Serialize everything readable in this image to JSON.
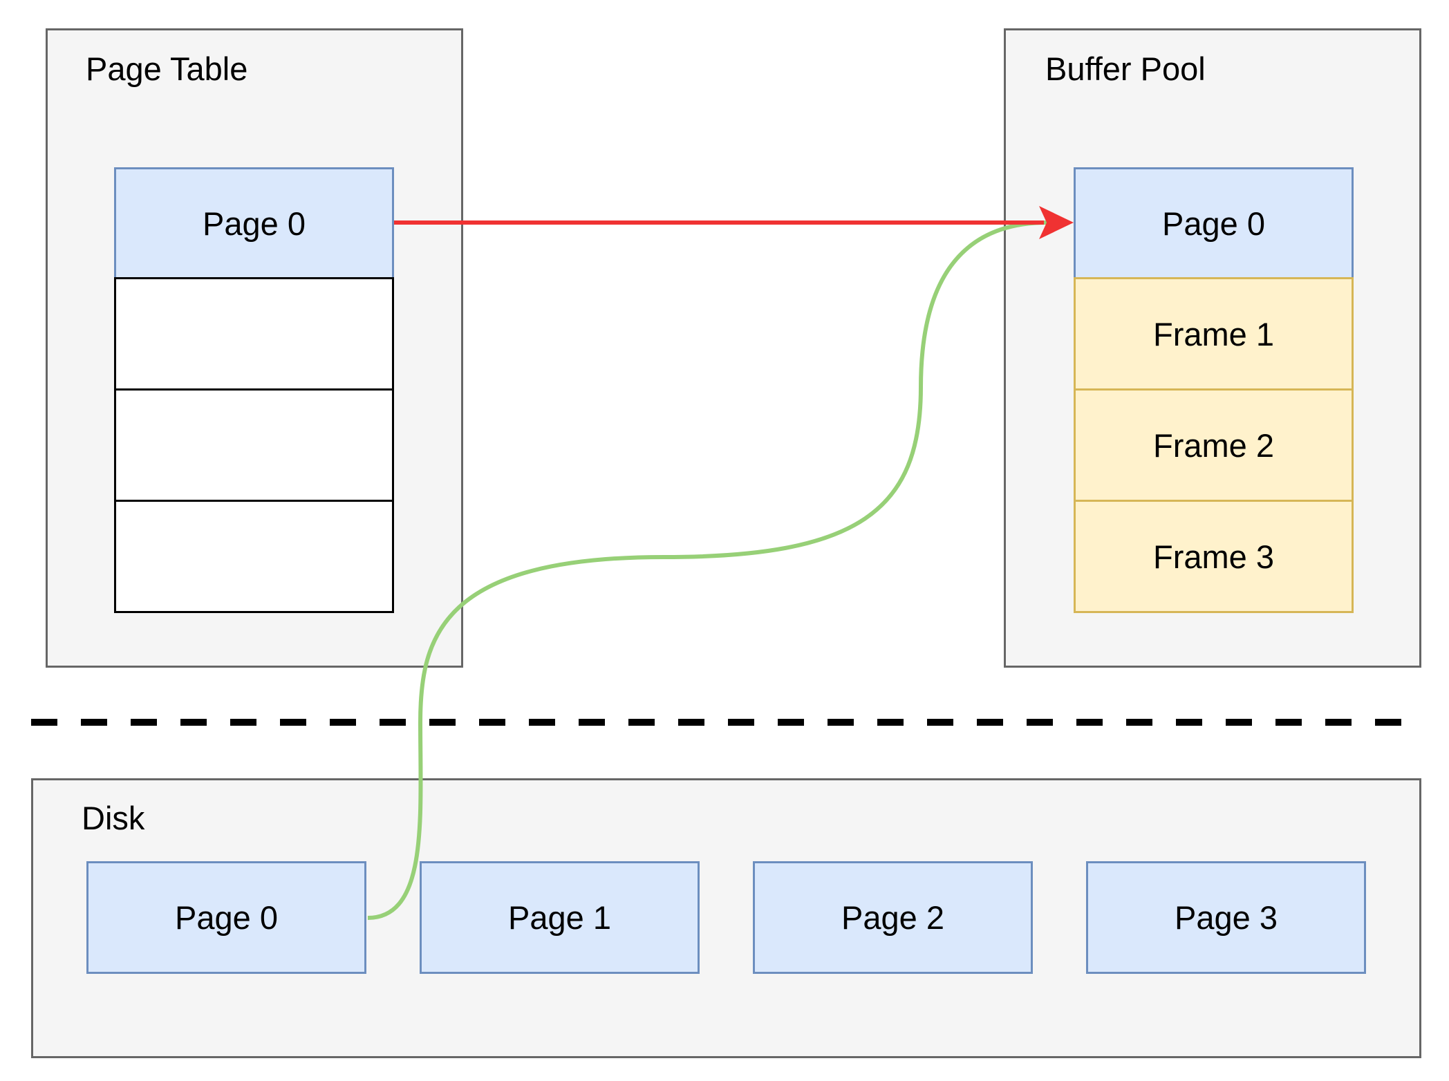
{
  "page_table": {
    "title": "Page Table",
    "entries": [
      "Page 0",
      "",
      "",
      ""
    ]
  },
  "buffer_pool": {
    "title": "Buffer Pool",
    "frames": [
      "Page 0",
      "Frame 1",
      "Frame 2",
      "Frame 3"
    ]
  },
  "disk": {
    "title": "Disk",
    "pages": [
      "Page 0",
      "Page 1",
      "Page 2",
      "Page 3"
    ]
  },
  "colors": {
    "pointer_arrow": "#f03232",
    "load_curve": "#97d077",
    "page_fill": "#dae8fc",
    "page_stroke": "#6c8ebf",
    "frame_fill": "#fff2cc",
    "frame_stroke": "#d6b656",
    "container_fill": "#f5f5f5",
    "container_stroke": "#666666"
  },
  "separator": {
    "style": "dashed"
  }
}
